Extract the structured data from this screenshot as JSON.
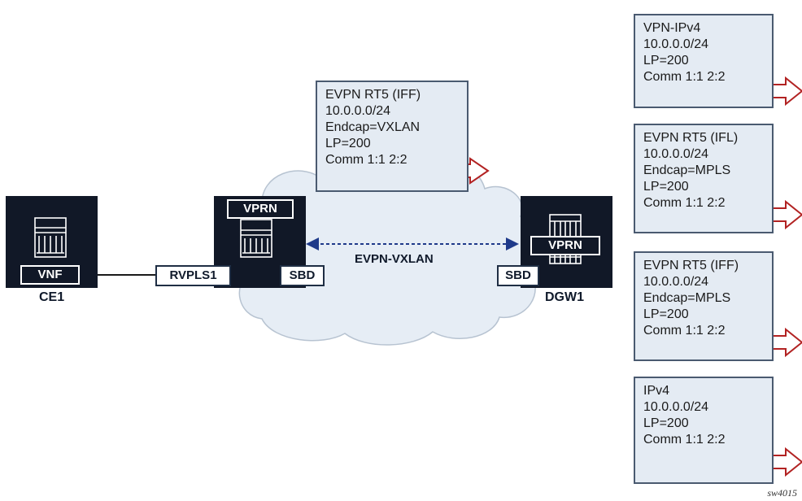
{
  "colors": {
    "node_fill": "#111827",
    "cloud_fill": "#e6edf5",
    "box_fill": "#e4ebf3",
    "box_border": "#4a5a70",
    "arrow_outline": "#b22222",
    "tunnel_line": "#1f3a8a"
  },
  "nodes": {
    "ce1": {
      "device_label": "VNF",
      "caption": "CE1"
    },
    "pe": {
      "device_label": "VPRN",
      "port_left": "RVPLS1",
      "port_right": "SBD"
    },
    "dgw1": {
      "device_label": "VPRN",
      "port_left": "SBD",
      "caption": "DGW1"
    }
  },
  "tunnel": {
    "label": "EVPN-VXLAN"
  },
  "center_route": {
    "lines": [
      "EVPN RT5 (IFF)",
      "10.0.0.0/24",
      "Endcap=VXLAN",
      "LP=200",
      "Comm 1:1 2:2"
    ]
  },
  "side_routes": [
    {
      "lines": [
        "VPN-IPv4",
        "10.0.0.0/24",
        "LP=200",
        "Comm 1:1 2:2"
      ]
    },
    {
      "lines": [
        "EVPN RT5 (IFL)",
        "10.0.0.0/24",
        "Endcap=MPLS",
        "LP=200",
        "Comm 1:1 2:2"
      ]
    },
    {
      "lines": [
        "EVPN RT5 (IFF)",
        "10.0.0.0/24",
        "Endcap=MPLS",
        "LP=200",
        "Comm 1:1 2:2"
      ]
    },
    {
      "lines": [
        "IPv4",
        "10.0.0.0/24",
        "LP=200",
        "Comm 1:1 2:2"
      ]
    }
  ],
  "footnote": "sw4015"
}
